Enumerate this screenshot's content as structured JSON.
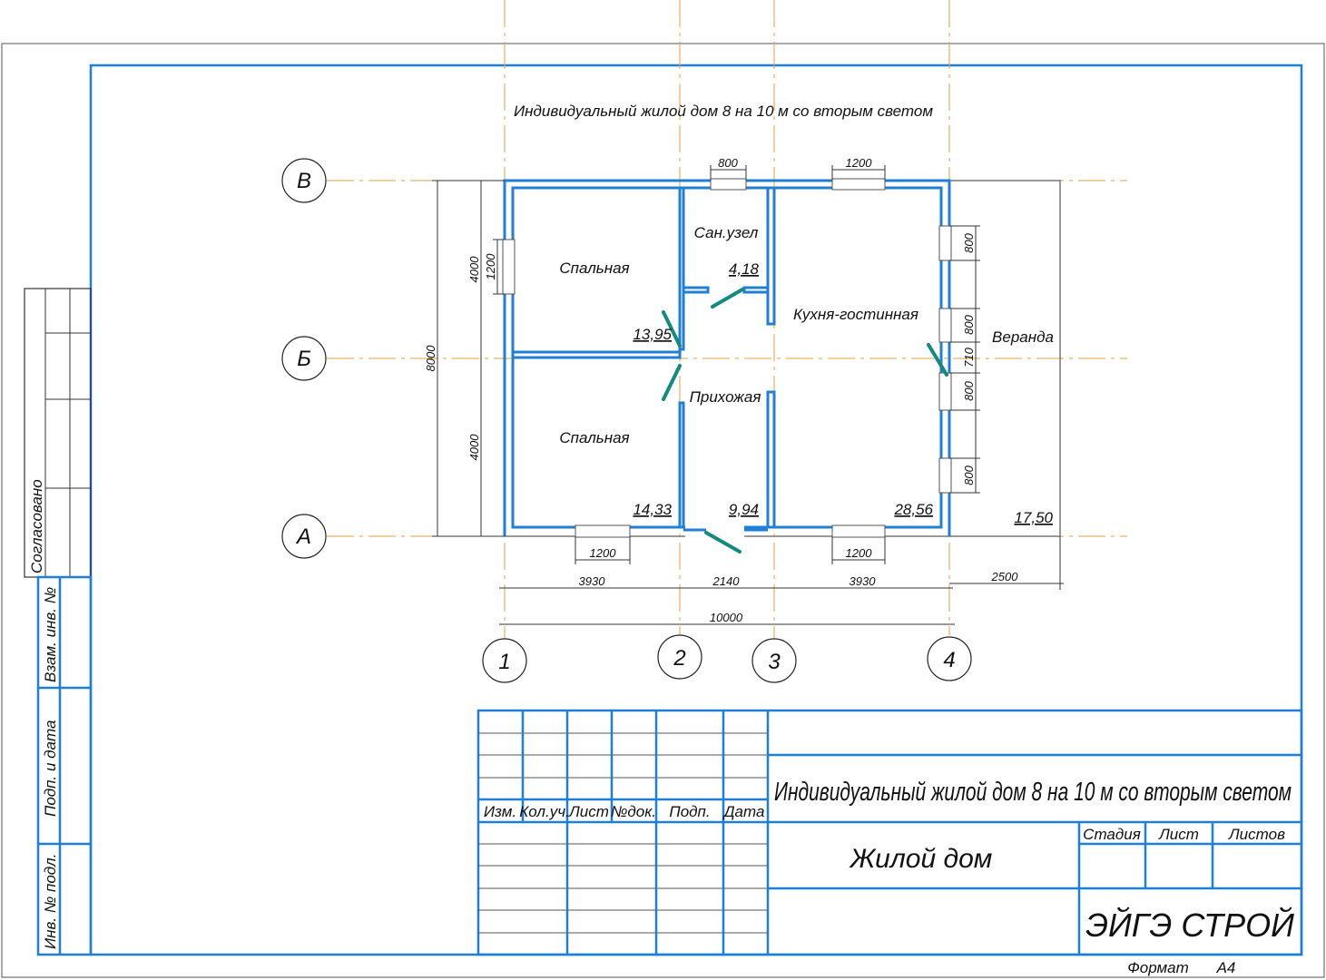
{
  "title": "Индивидуальный жилой дом 8 на 10 м со вторым светом",
  "axes": {
    "rows": [
      "В",
      "Б",
      "А"
    ],
    "cols": [
      "1",
      "2",
      "3",
      "4"
    ]
  },
  "rooms": [
    {
      "name": "Спальная",
      "area": "13,95"
    },
    {
      "name": "Сан.узел",
      "area": "4,18"
    },
    {
      "name": "Кухня-гостинная",
      "area": "28,56"
    },
    {
      "name": "Спальная",
      "area": "14,33"
    },
    {
      "name": "Прихожая",
      "area": "9,94"
    },
    {
      "name": "Веранда",
      "area": "17,50"
    }
  ],
  "dims": {
    "top_win_1": "800",
    "top_win_2": "1200",
    "left_win": "1200",
    "left_upper": "4000",
    "left_lower": "4000",
    "left_total": "8000",
    "right_win_1": "800",
    "right_win_2": "800",
    "right_gap": "710",
    "right_win_3": "800",
    "right_win_4": "800",
    "bottom_win_1": "1200",
    "bottom_win_2": "1200",
    "span_1": "3930",
    "span_2": "2140",
    "span_3": "3930",
    "veranda": "2500",
    "total": "10000"
  },
  "side_stamp": {
    "agreed": "Согласовано",
    "replace_inv": "Взам. инв. №",
    "sign_date": "Подп. и дата",
    "inv_orig": "Инв. № подл."
  },
  "title_block": {
    "headers": [
      "Изм.",
      "Кол.уч.",
      "Лист",
      "№док.",
      "Подп.",
      "Дата"
    ],
    "project": "Индивидуальный жилой дом 8 на 10 м со вторым светом",
    "object": "Жилой дом",
    "stage_label": "Стадия",
    "sheet_label": "Лист",
    "sheets_label": "Листов",
    "company": "ЭЙГЭ СТРОЙ",
    "format_label": "Формат",
    "format_value": "А4"
  }
}
